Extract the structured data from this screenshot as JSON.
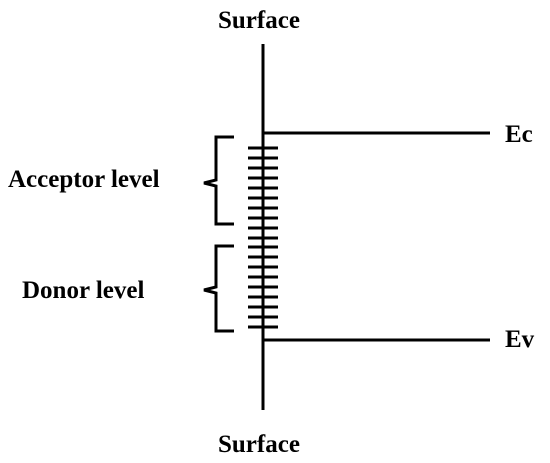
{
  "labels": {
    "surface_top": "Surface",
    "surface_bottom": "Surface",
    "conduction_band": "Ec",
    "valence_band": "Ev",
    "acceptor_level": "Acceptor level",
    "donor_level": "Donor level"
  },
  "colors": {
    "line": "#000000",
    "background": "#ffffff"
  }
}
